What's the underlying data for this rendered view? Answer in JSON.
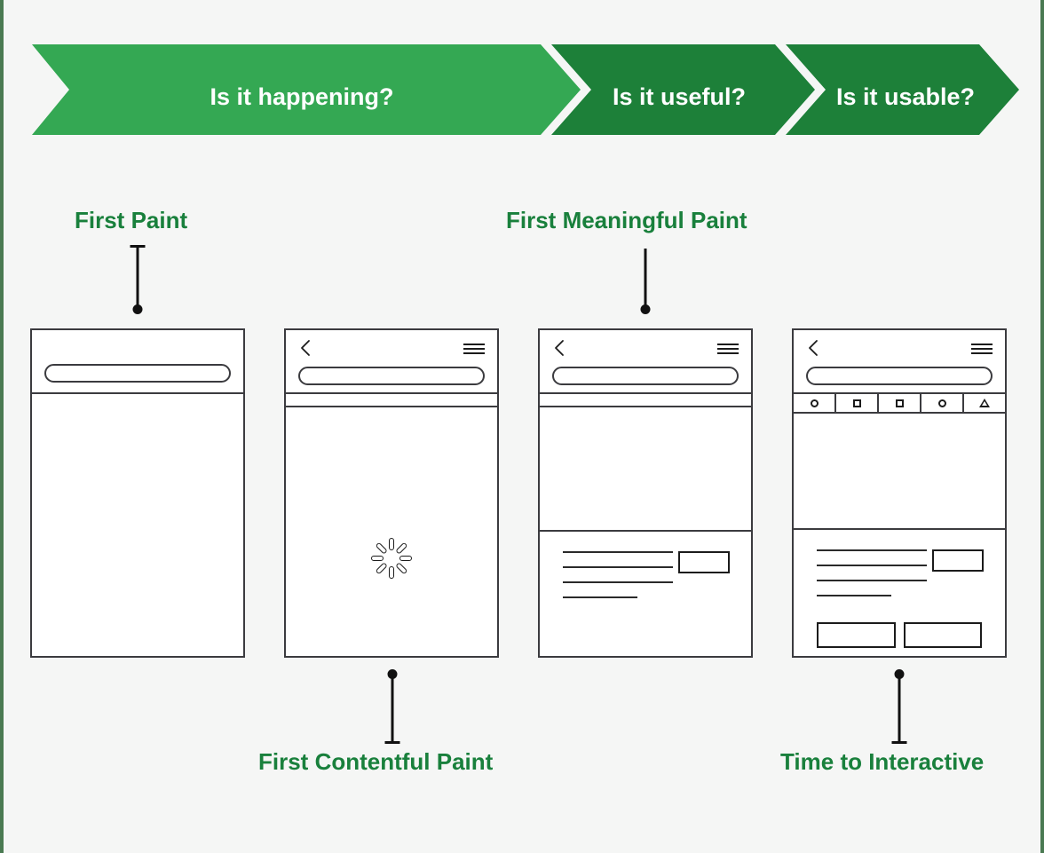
{
  "colors": {
    "background": "#f5f6f5",
    "page_border": "#4a7a52",
    "phase_light_green": "#34a853",
    "phase_dark_green": "#1d8039",
    "label_green": "#19803c",
    "wireframe_stroke": "#3b3b3f"
  },
  "phases": [
    {
      "id": "is-it-happening",
      "label": "Is it happening?",
      "color": "#34a853"
    },
    {
      "id": "is-it-useful",
      "label": "Is it useful?",
      "color": "#1d8039"
    },
    {
      "id": "is-it-usable",
      "label": "Is it usable?",
      "color": "#1d8039"
    }
  ],
  "milestones": [
    {
      "id": "first-paint",
      "label": "First Paint",
      "position": "above",
      "phase": "is-it-happening"
    },
    {
      "id": "first-meaningful-paint",
      "label": "First Meaningful Paint",
      "position": "above",
      "phase": "is-it-useful"
    },
    {
      "id": "first-contentful-paint",
      "label": "First Contentful Paint",
      "position": "below",
      "phase": "is-it-happening"
    },
    {
      "id": "time-to-interactive",
      "label": "Time to Interactive",
      "position": "below",
      "phase": "is-it-usable"
    }
  ],
  "mockups": [
    {
      "id": "phone-first-paint",
      "milestone": "First Paint",
      "has_back_icon": false,
      "has_menu_icon": false,
      "has_address_bar": true,
      "has_strip": false,
      "has_shape_toolbar": false,
      "has_spinner": false,
      "has_content": false,
      "has_buttons": false
    },
    {
      "id": "phone-first-contentful-paint",
      "milestone": "First Contentful Paint",
      "has_back_icon": true,
      "has_menu_icon": true,
      "has_address_bar": true,
      "has_strip": true,
      "has_shape_toolbar": false,
      "has_spinner": true,
      "has_content": false,
      "has_buttons": false
    },
    {
      "id": "phone-first-meaningful-paint",
      "milestone": "First Meaningful Paint",
      "has_back_icon": true,
      "has_menu_icon": true,
      "has_address_bar": true,
      "has_strip": true,
      "has_shape_toolbar": false,
      "has_spinner": false,
      "has_content": true,
      "has_buttons": false
    },
    {
      "id": "phone-time-to-interactive",
      "milestone": "Time to Interactive",
      "has_back_icon": true,
      "has_menu_icon": true,
      "has_address_bar": true,
      "has_strip": false,
      "has_shape_toolbar": true,
      "has_spinner": false,
      "has_content": true,
      "has_buttons": true
    }
  ],
  "shape_toolbar_icons": [
    "circle-icon",
    "square-icon",
    "square-icon",
    "circle-icon",
    "triangle-icon"
  ],
  "content_lines": [
    "long",
    "long",
    "long",
    "short"
  ],
  "cta_buttons": [
    "primary-action",
    "secondary-action"
  ],
  "icons": {
    "back": "back-chevron-icon",
    "menu": "hamburger-menu-icon",
    "spinner": "loading-spinner-icon",
    "address_bar": "address-bar"
  }
}
